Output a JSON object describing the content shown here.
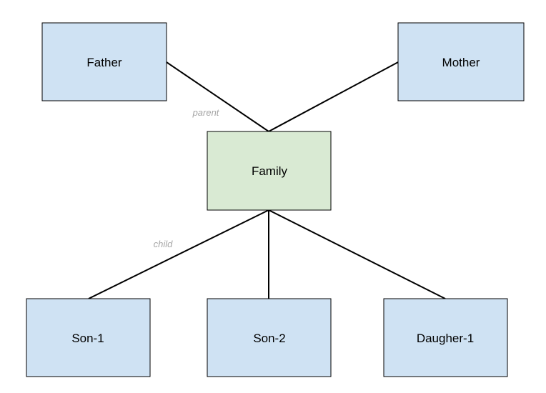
{
  "colors": {
    "person_fill": "#cfe2f3",
    "family_fill": "#d9ead3",
    "stroke": "#000000",
    "edge_label": "#a6a6a6"
  },
  "nodes": {
    "father": "Father",
    "mother": "Mother",
    "family": "Family",
    "son1": "Son-1",
    "son2": "Son-2",
    "daughter1": "Daugher-1"
  },
  "edge_labels": {
    "parent": "parent",
    "child": "child"
  }
}
